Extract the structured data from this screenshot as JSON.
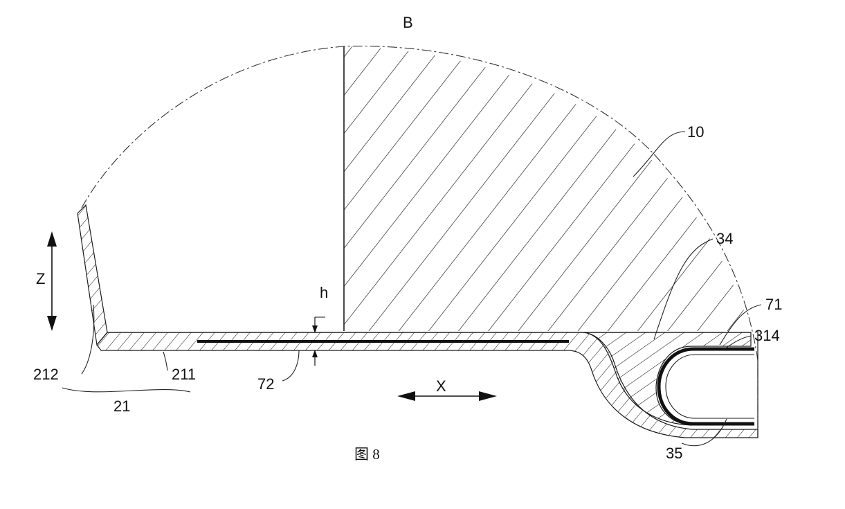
{
  "figure": {
    "caption": "图 8"
  },
  "labels": {
    "detail": "B",
    "part_10": "10",
    "part_34": "34",
    "part_71": "71",
    "part_314": "314",
    "part_35": "35",
    "part_212": "212",
    "part_211": "211",
    "part_72": "72",
    "part_21": "21",
    "height": "h",
    "axis_z": "Z",
    "axis_x": "X"
  },
  "colors": {
    "stroke": "#1a1a1a",
    "background": "#ffffff"
  }
}
